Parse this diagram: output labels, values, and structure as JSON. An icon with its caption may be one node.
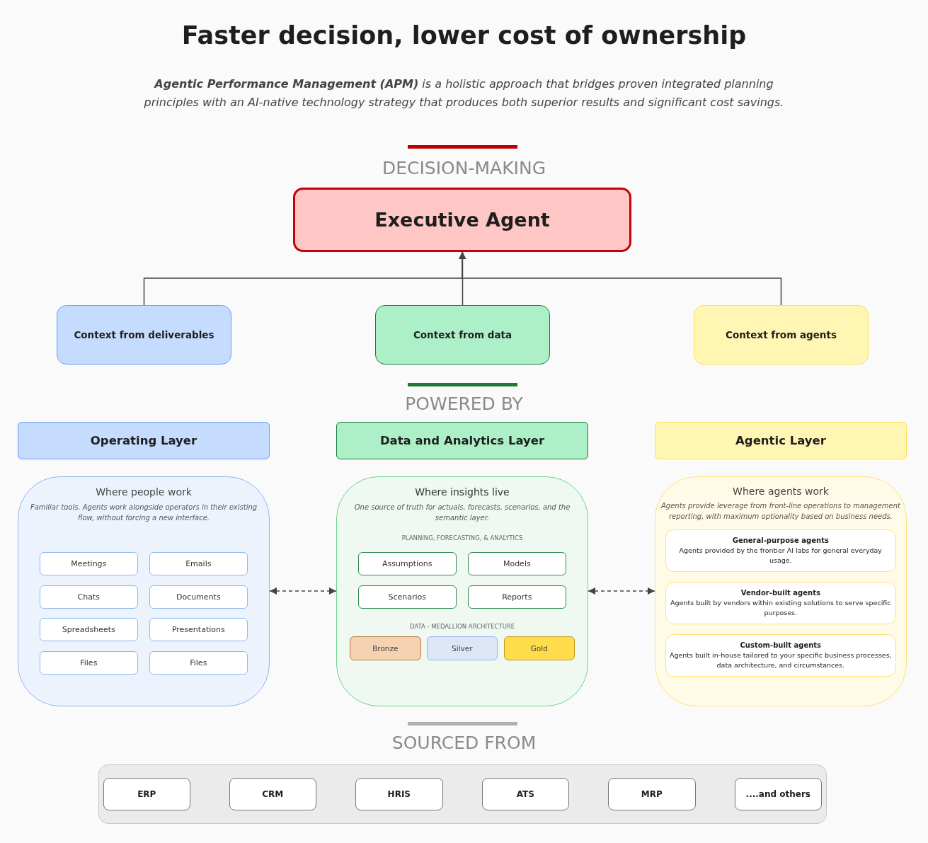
{
  "diagram": {
    "title": "Faster decision, lower cost of ownership",
    "nodes": [
      {
        "text": [
          "Executive Agent"
        ]
      },
      {
        "text": [
          "Context from deliverables"
        ]
      },
      {
        "text": [
          "Context from data"
        ]
      },
      {
        "text": [
          "Context from agents"
        ]
      },
      {
        "text": [
          "Operating Layer"
        ]
      },
      {
        "text": [
          "Data and Analytics Layer"
        ]
      },
      {
        "text": [
          "Agentic Layer"
        ]
      },
      {
        "text": [
          "Where people work",
          "Familiar tools. Agents work alongside operators in their existing flow, without forcing a new interface."
        ]
      },
      {
        "text": [
          "Meetings"
        ],
        "in": 7
      },
      {
        "text": [
          "Emails"
        ],
        "in": 7
      },
      {
        "text": [
          "Chats"
        ],
        "in": 7
      },
      {
        "text": [
          "Documents"
        ],
        "in": 7
      },
      {
        "text": [
          "Spreadsheets"
        ],
        "in": 7
      },
      {
        "text": [
          "Presentations"
        ],
        "in": 7
      },
      {
        "text": [
          "Files"
        ],
        "in": 7
      },
      {
        "text": [
          "Files"
        ],
        "in": 7
      },
      {
        "text": [
          "Where insights live",
          "One source of truth for actuals, forecasts, scenarios, and the semantic layer.",
          "PLANNING, FORECASTING, & ANALYTICS",
          "DATA - MEDALLION ARCHITECTURE"
        ]
      },
      {
        "text": [
          "Assumptions"
        ],
        "in": 16
      },
      {
        "text": [
          "Models"
        ],
        "in": 16
      },
      {
        "text": [
          "Scenarios"
        ],
        "in": 16
      },
      {
        "text": [
          "Reports"
        ],
        "in": 16
      },
      {
        "text": [
          "Bronze"
        ],
        "in": 16
      },
      {
        "text": [
          "Silver"
        ],
        "in": 16
      },
      {
        "text": [
          "Gold"
        ],
        "in": 16
      },
      {
        "text": [
          "Where agents work",
          "Agents provide leverage from front-line operations to management reporting, with maximum optionality based on business needs."
        ]
      },
      {
        "text": [
          "General-purpose agents",
          "Agents provided by the frontier AI labs for general everyday usage."
        ],
        "in": 24
      },
      {
        "text": [
          "Vendor-built agents",
          "Agents built by vendors within existing solutions to serve specific purposes."
        ],
        "in": 24
      },
      {
        "text": [
          "Custom-built agents",
          "Agents built in-house tailored to your specific business processes, data architecture, and circumstances."
        ],
        "in": 24
      },
      {
        "text": [],
        "shape": "box"
      },
      {
        "text": [
          "ERP"
        ],
        "in": 28
      },
      {
        "text": [
          "CRM"
        ],
        "in": 28
      },
      {
        "text": [
          "HRIS"
        ],
        "in": 28
      },
      {
        "text": [
          "ATS"
        ],
        "in": 28
      },
      {
        "text": [
          "MRP"
        ],
        "in": 28
      },
      {
        "text": [
          "....and others"
        ],
        "in": 28
      }
    ],
    "edges": [
      {
        "from": 1,
        "to": 0,
        "arrow": "to"
      },
      {
        "from": 2,
        "to": 0,
        "arrow": "to"
      },
      {
        "from": 3,
        "to": 0,
        "arrow": "to"
      },
      {
        "from": 7,
        "to": 16,
        "arrow": "both",
        "style": "dashed"
      },
      {
        "from": 16,
        "to": 24,
        "arrow": "both",
        "style": "dashed"
      }
    ],
    "labels": [
      "**Agentic Performance Management (APM)** is a holistic approach that bridges proven integrated planning principles with an AI-native technology strategy that produces both superior results and significant cost savings.",
      "DECISION-MAKING",
      "POWERED BY",
      "SOURCED FROM"
    ]
  }
}
